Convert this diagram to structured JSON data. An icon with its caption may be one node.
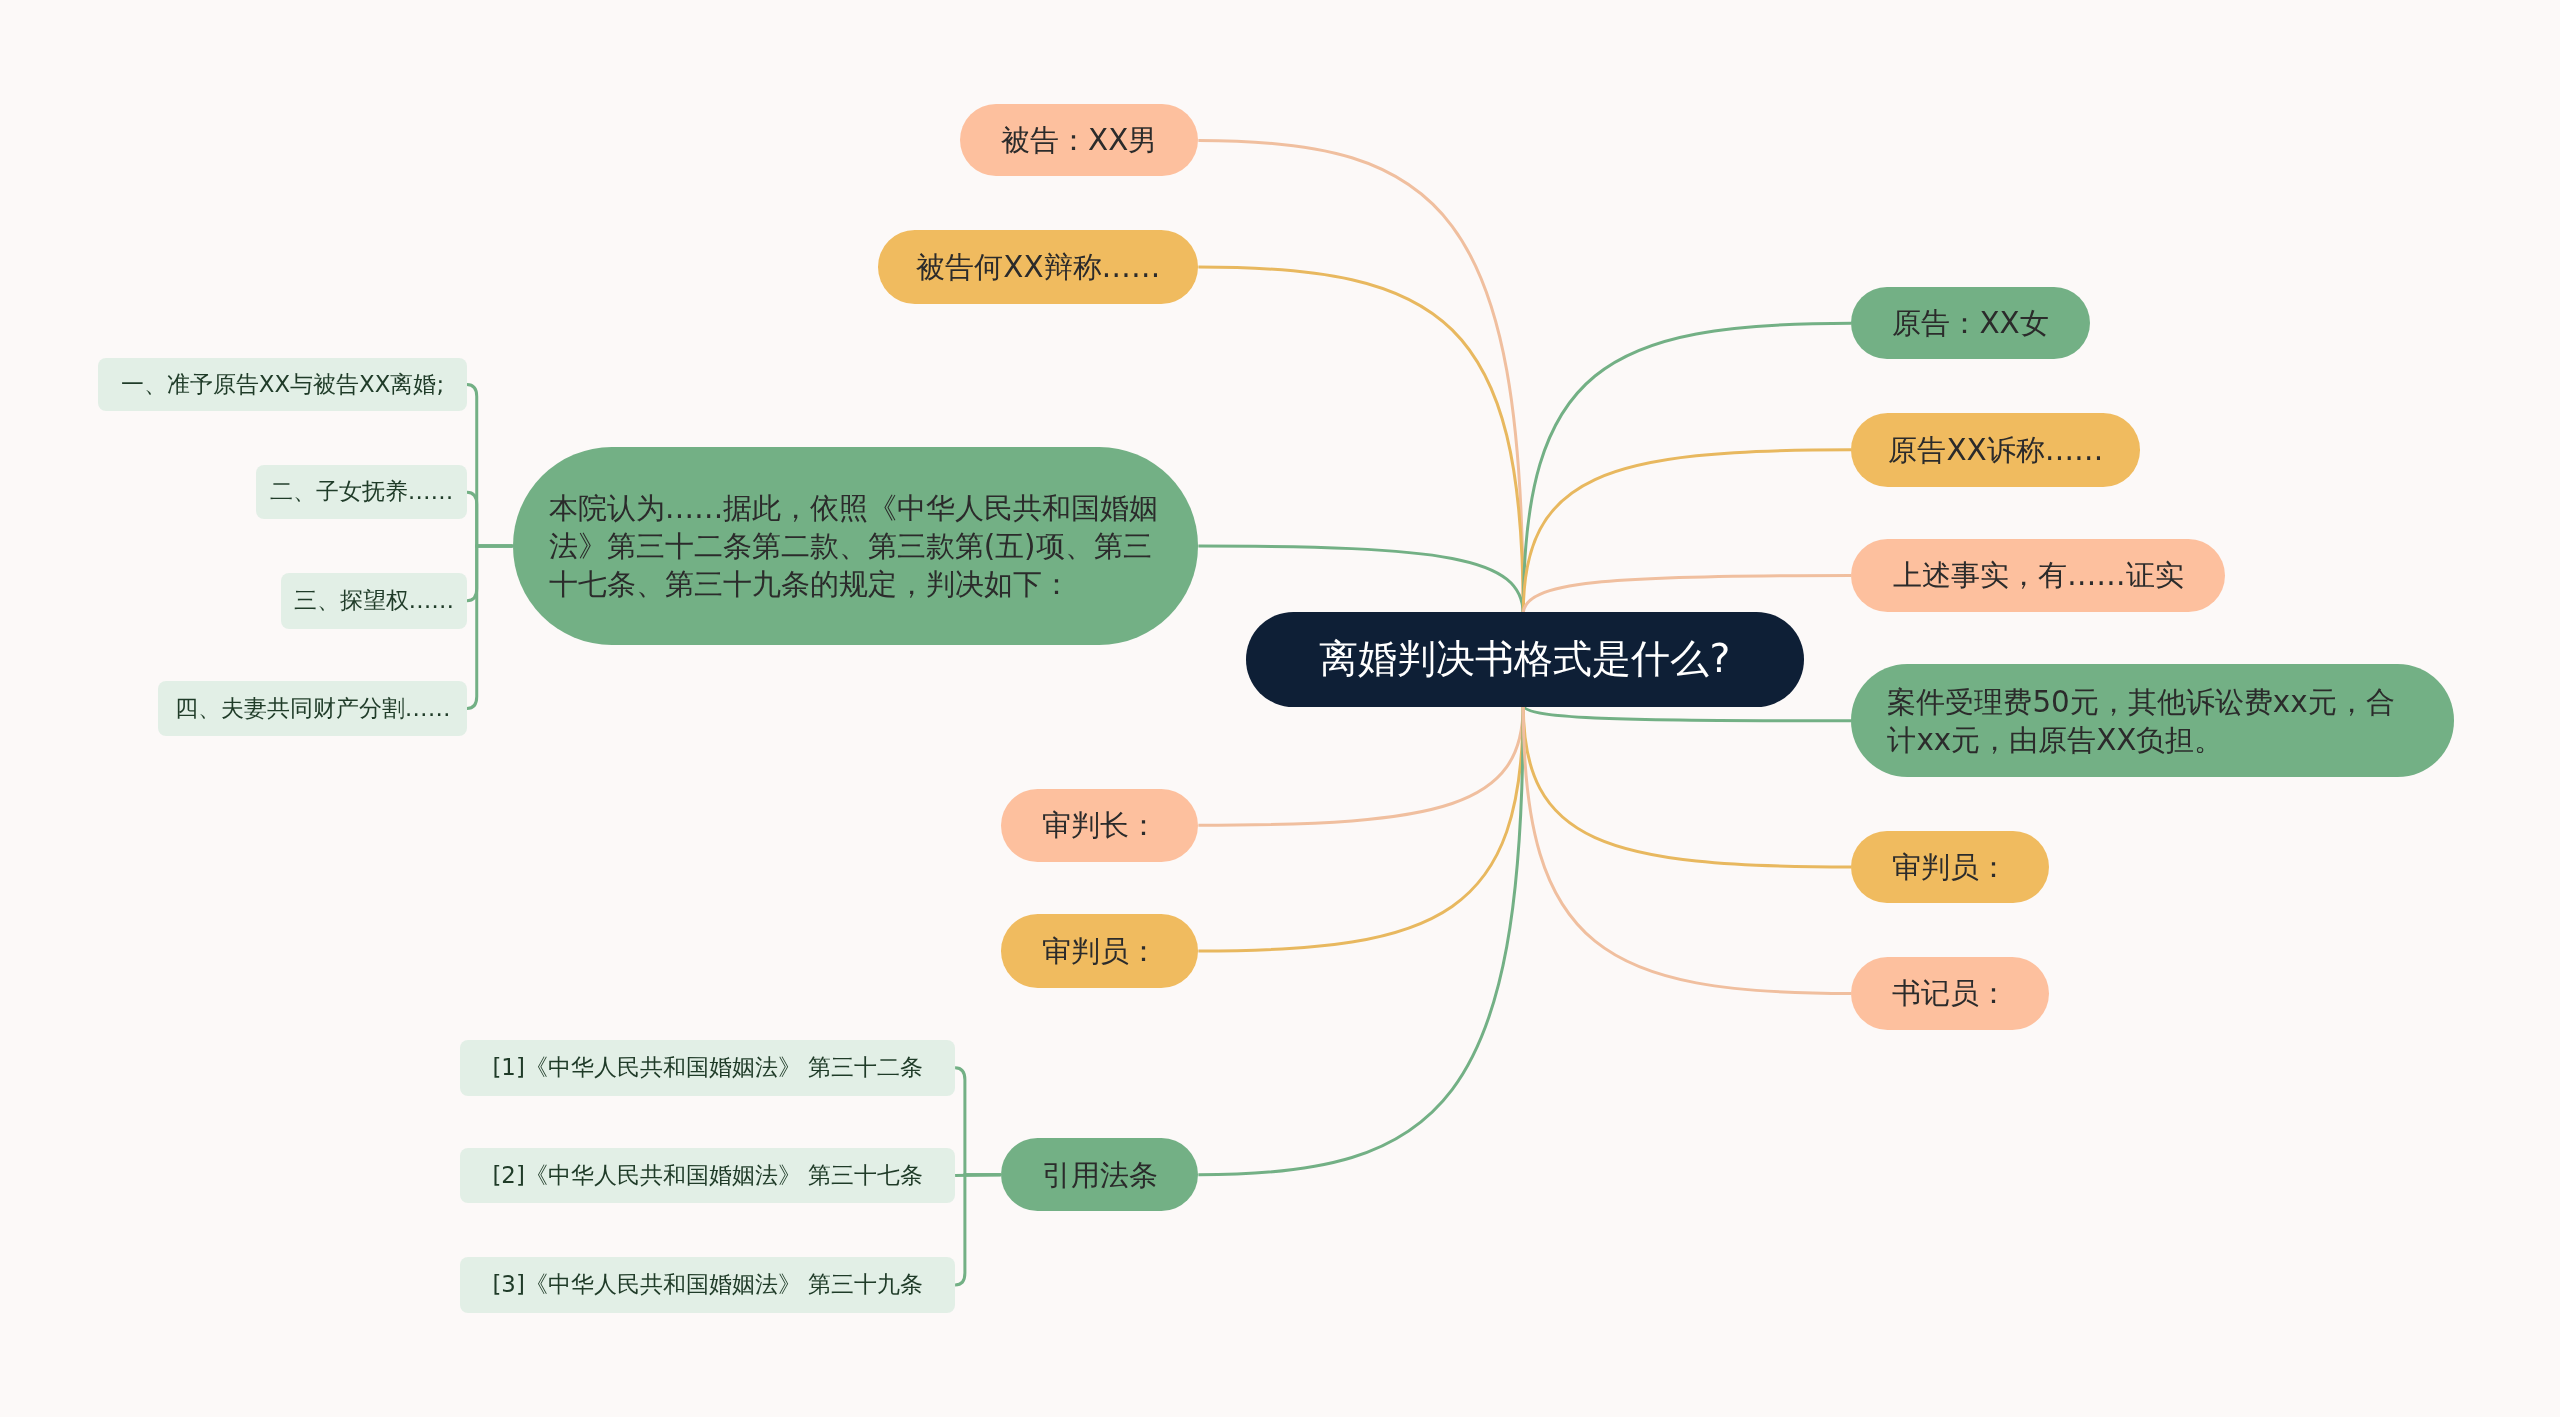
{
  "diagram": {
    "nodes": [
      {
        "text": [
          "离婚判决书格式是什么?"
        ]
      },
      {
        "text": [
          "被告：XX男"
        ]
      },
      {
        "text": [
          "被告何XX辩称……"
        ]
      },
      {
        "text": [
          "本院认为……据此，依照《中华人民共和国婚姻法》第三十二条第二款、第三款第(五)项、第三十七条、第三十九条的规定，判决如下："
        ]
      },
      {
        "text": [
          "一、准予原告XX与被告XX离婚;"
        ]
      },
      {
        "text": [
          "二、子女抚养……"
        ]
      },
      {
        "text": [
          "三、探望权……"
        ]
      },
      {
        "text": [
          "四、夫妻共同财产分割……"
        ]
      },
      {
        "text": [
          "审判长："
        ]
      },
      {
        "text": [
          "审判员："
        ]
      },
      {
        "text": [
          "引用法条"
        ]
      },
      {
        "text": [
          "[1]《中华人民共和国婚姻法》 第三十二条"
        ]
      },
      {
        "text": [
          "[2]《中华人民共和国婚姻法》 第三十七条"
        ]
      },
      {
        "text": [
          "[3]《中华人民共和国婚姻法》 第三十九条"
        ]
      },
      {
        "text": [
          "原告：XX女"
        ]
      },
      {
        "text": [
          "原告XX诉称……"
        ]
      },
      {
        "text": [
          "上述事实，有……证实"
        ]
      },
      {
        "text": [
          "案件受理费50元，其他诉讼费xx元，合计xx元，由原告XX负担。"
        ]
      },
      {
        "text": [
          "审判员："
        ]
      },
      {
        "text": [
          "书记员："
        ]
      }
    ],
    "edges": [
      {
        "from": 0,
        "to": 1,
        "arrow": "none",
        "color": "#f0bf9f"
      },
      {
        "from": 0,
        "to": 2,
        "arrow": "none",
        "color": "#e8b85f"
      },
      {
        "from": 0,
        "to": 3,
        "arrow": "none"
      },
      {
        "from": 3,
        "to": 4,
        "arrow": "none"
      },
      {
        "from": 3,
        "to": 5,
        "arrow": "none"
      },
      {
        "from": 3,
        "to": 6,
        "arrow": "none"
      },
      {
        "from": 3,
        "to": 7,
        "arrow": "none"
      },
      {
        "from": 0,
        "to": 8,
        "arrow": "none",
        "color": "#f0bf9f"
      },
      {
        "from": 0,
        "to": 9,
        "arrow": "none",
        "color": "#e8b85f"
      },
      {
        "from": 0,
        "to": 10,
        "arrow": "none"
      },
      {
        "from": 10,
        "to": 11,
        "arrow": "none"
      },
      {
        "from": 10,
        "to": 12,
        "arrow": "none"
      },
      {
        "from": 10,
        "to": 13,
        "arrow": "none"
      },
      {
        "from": 0,
        "to": 14,
        "arrow": "none"
      },
      {
        "from": 0,
        "to": 15,
        "arrow": "none",
        "color": "#e8b85f"
      },
      {
        "from": 0,
        "to": 16,
        "arrow": "none",
        "color": "#f0bf9f"
      },
      {
        "from": 0,
        "to": 17,
        "arrow": "none"
      },
      {
        "from": 0,
        "to": 18,
        "arrow": "none",
        "color": "#e8b85f"
      },
      {
        "from": 0,
        "to": 19,
        "arrow": "none",
        "color": "#f0bf9f"
      }
    ]
  }
}
